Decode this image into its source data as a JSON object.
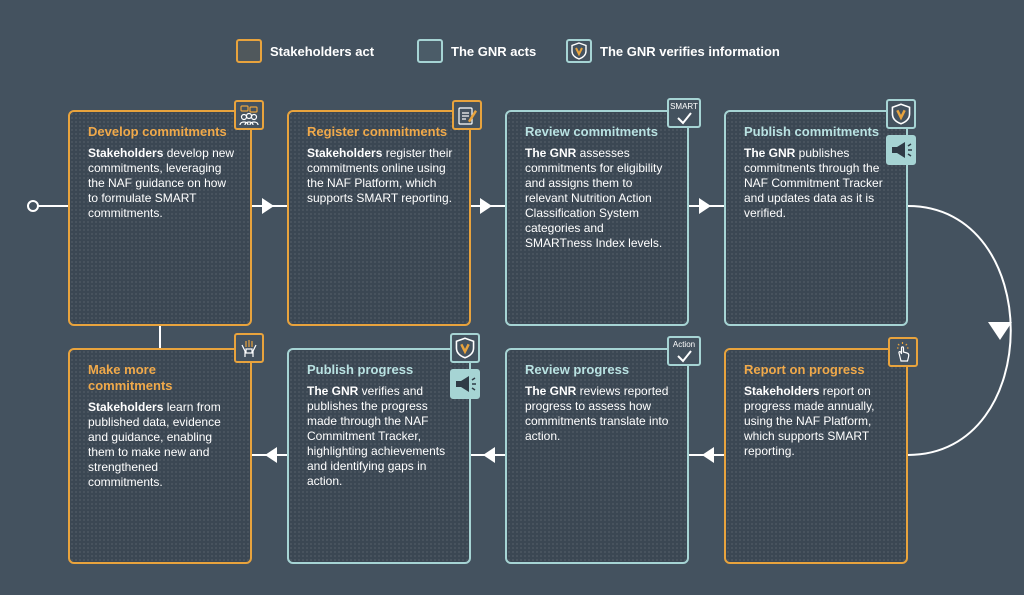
{
  "legend": [
    {
      "label": "Stakeholders act",
      "kind": "orange"
    },
    {
      "label": "The GNR acts",
      "kind": "teal"
    },
    {
      "label": "The GNR verifies information",
      "kind": "shield"
    }
  ],
  "cards": [
    {
      "title": "Develop commitments",
      "actor": "Stakeholders",
      "text": " develop new commitments, leveraging the NAF guidance on how to formulate SMART commitments.",
      "kind": "orange"
    },
    {
      "title": "Register commitments",
      "actor": "Stakeholders",
      "text": " register their commitments online using the NAF Platform, which supports SMART reporting.",
      "kind": "orange"
    },
    {
      "title": "Review commitments",
      "actor": "The GNR",
      "text": " assesses commitments for eligibility and assigns them to relevant Nutrition Action Classification System categories and SMARTness Index levels.",
      "kind": "teal",
      "badge_text": "SMART"
    },
    {
      "title": "Publish commitments",
      "actor": "The GNR",
      "text": " publishes commitments through the NAF Commitment Tracker and updates data as it is verified.",
      "kind": "teal"
    },
    {
      "title": "Report on progress",
      "actor": "Stakeholders",
      "text": " report on progress made annually, using the NAF Platform, which supports SMART reporting.",
      "kind": "orange"
    },
    {
      "title": "Review progress",
      "actor": "The GNR",
      "text": " reviews reported progress to assess how commitments translate into action.",
      "kind": "teal",
      "badge_text": "Action"
    },
    {
      "title": "Publish progress",
      "actor": "The GNR",
      "text": " verifies and publishes the progress made through the NAF Commitment Tracker, highlighting achievements and identifying gaps in action.",
      "kind": "teal"
    },
    {
      "title": "Make more commitments",
      "actor": "Stakeholders",
      "text": " learn from published data, evidence and guidance, enabling them to make new and strengthened commitments.",
      "kind": "orange"
    }
  ],
  "colors": {
    "orange": "#e8a33d",
    "teal": "#a6d4d4",
    "background": "#44525f",
    "white": "#ffffff"
  },
  "icons": [
    "people-chat-icon",
    "register-form-icon",
    "check-icon",
    "shield-v-icon",
    "megaphone-icon",
    "pointer-click-icon",
    "lightbulb-hands-icon"
  ]
}
